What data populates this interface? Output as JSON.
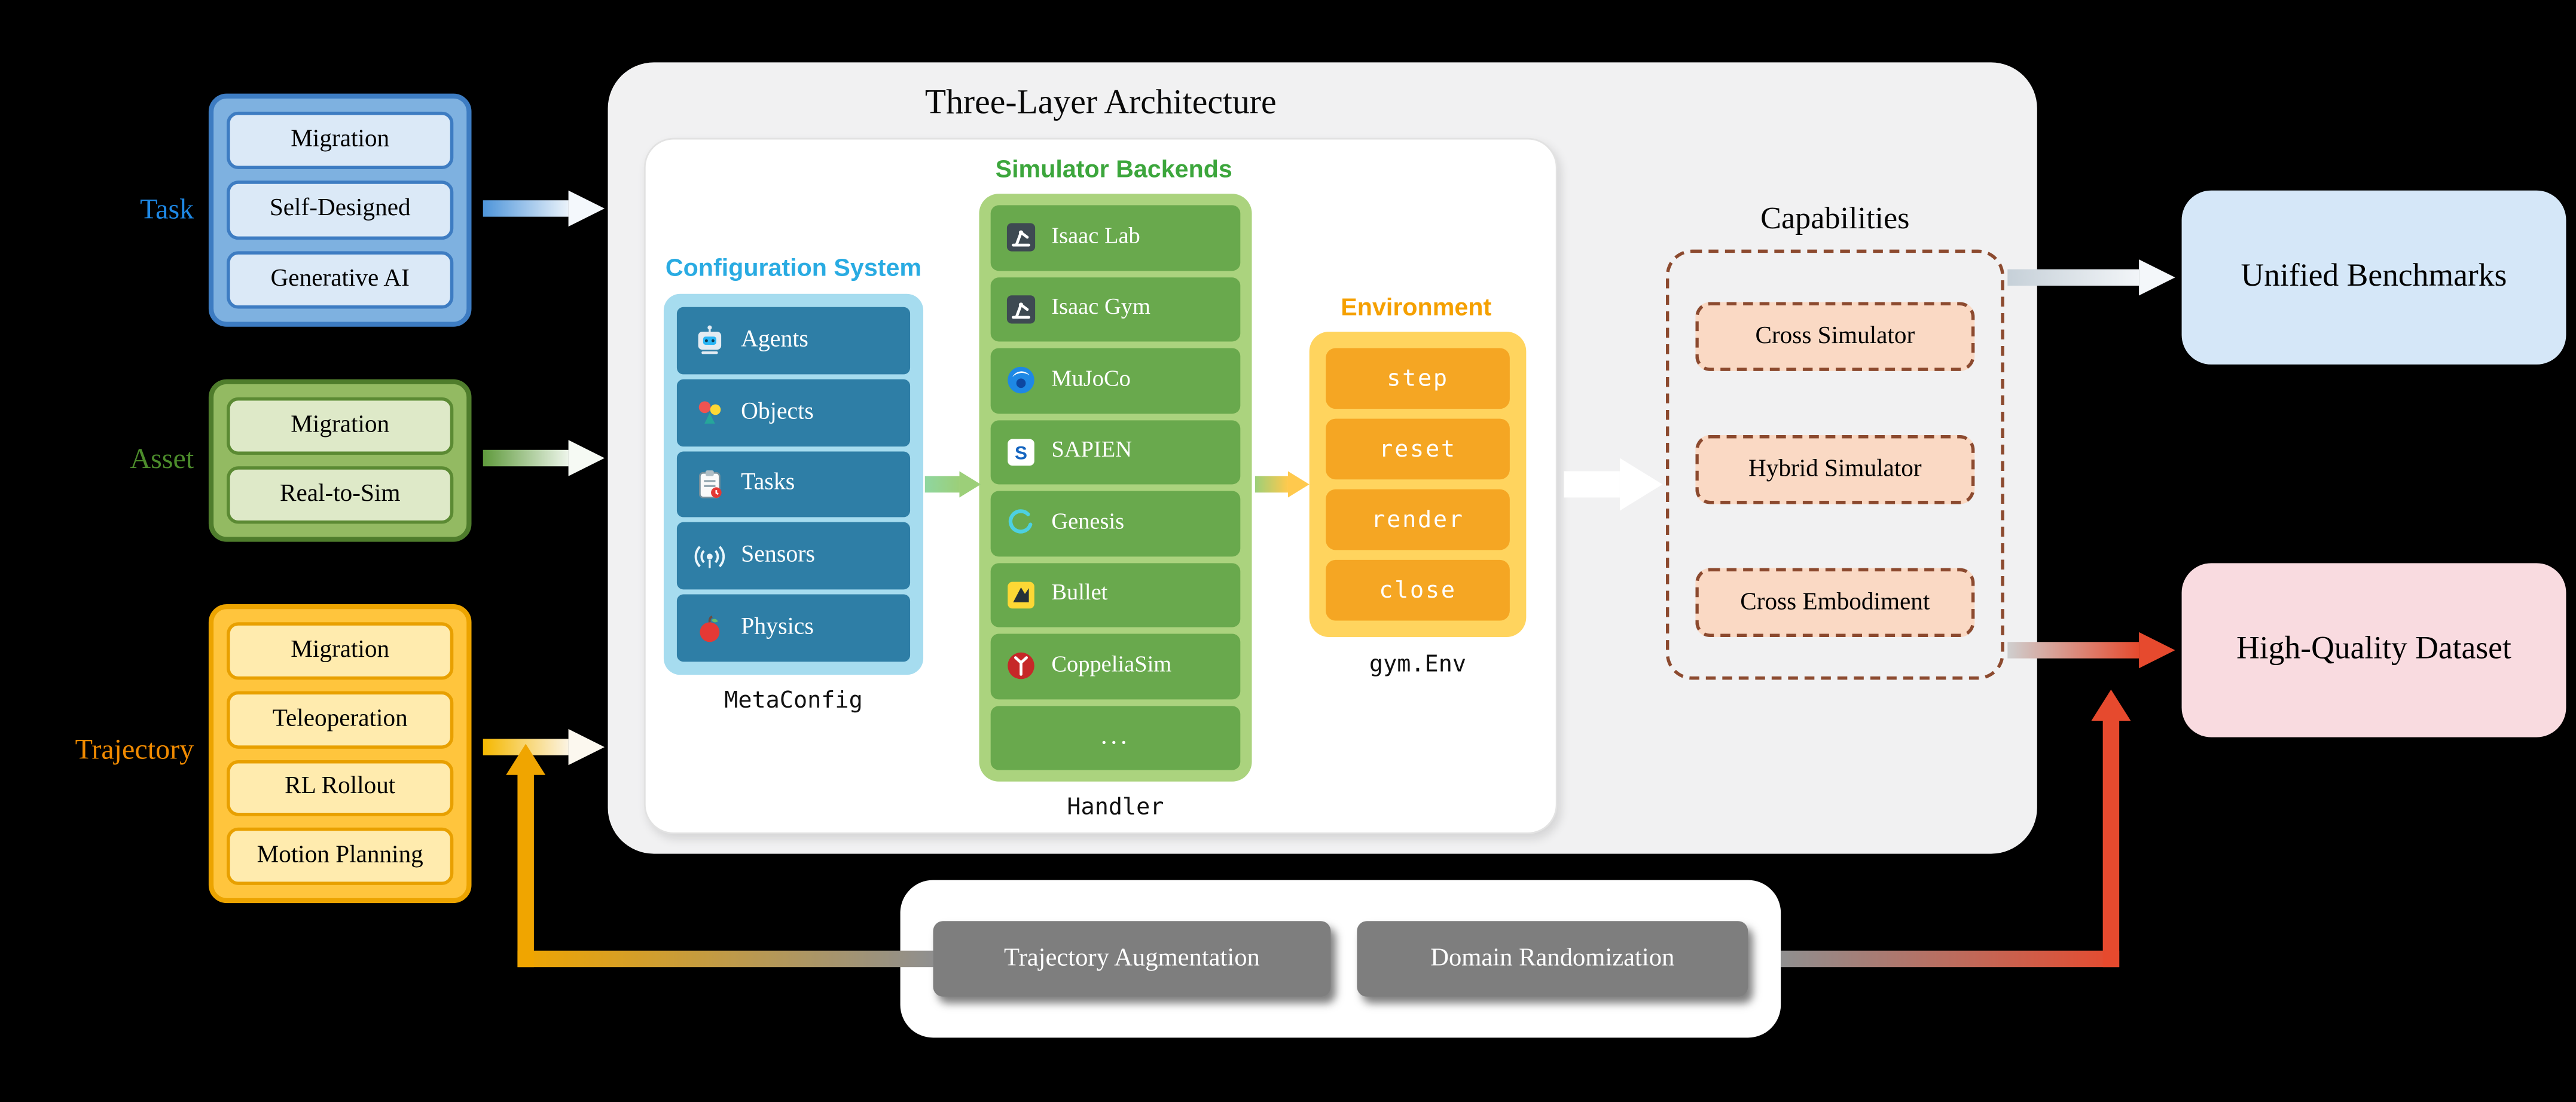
{
  "diagram": {
    "title": "Three-Layer Architecture",
    "left_groups": [
      {
        "id": "task",
        "label": "Task",
        "items": [
          "Migration",
          "Self-Designed",
          "Generative AI"
        ]
      },
      {
        "id": "asset",
        "label": "Asset",
        "items": [
          "Migration",
          "Real-to-Sim"
        ]
      },
      {
        "id": "trajectory",
        "label": "Trajectory",
        "items": [
          "Migration",
          "Teleoperation",
          "RL Rollout",
          "Motion Planning"
        ]
      }
    ],
    "configuration_system": {
      "title": "Configuration System",
      "rows": [
        {
          "icon": "robot-icon",
          "label": "Agents"
        },
        {
          "icon": "objects-icon",
          "label": "Objects"
        },
        {
          "icon": "tasks-icon",
          "label": "Tasks"
        },
        {
          "icon": "sensors-icon",
          "label": "Sensors"
        },
        {
          "icon": "physics-icon",
          "label": "Physics"
        }
      ],
      "caption": "MetaConfig"
    },
    "simulator_backends": {
      "title": "Simulator Backends",
      "rows": [
        {
          "icon": "isaac-lab-icon",
          "label": "Isaac Lab"
        },
        {
          "icon": "isaac-gym-icon",
          "label": "Isaac Gym"
        },
        {
          "icon": "mujoco-icon",
          "label": "MuJoCo"
        },
        {
          "icon": "sapien-icon",
          "label": "SAPIEN"
        },
        {
          "icon": "genesis-icon",
          "label": "Genesis"
        },
        {
          "icon": "bullet-icon",
          "label": "Bullet"
        },
        {
          "icon": "coppeliasim-icon",
          "label": "CoppeliaSim"
        },
        {
          "icon": "ellipsis-icon",
          "label": "..."
        }
      ],
      "caption": "Handler"
    },
    "environment": {
      "title": "Environment",
      "methods": [
        "step",
        "reset",
        "render",
        "close"
      ],
      "caption": "gym.Env"
    },
    "capabilities": {
      "title": "Capabilities",
      "items": [
        "Cross Simulator",
        "Hybrid Simulator",
        "Cross Embodiment"
      ]
    },
    "outputs": [
      {
        "id": "benchmarks",
        "label": "Unified Benchmarks"
      },
      {
        "id": "dataset",
        "label": "High-Quality Dataset"
      }
    ],
    "bottom_modules": [
      "Trajectory Augmentation",
      "Domain Randomization"
    ],
    "colors": {
      "task_accent": "#1E88E5",
      "asset_accent": "#4C8C2B",
      "trajectory_accent": "#F08A00",
      "config_title": "#29ABE2",
      "backends_title": "#3CA63C",
      "environment_title": "#F5A000",
      "capabilities_dash": "#8C4A2F",
      "dataset_arrow": "#E64A2E",
      "feedback_yellow": "#F0A500",
      "benchmarks_fill": "#D5E7F8",
      "dataset_fill": "#F9DBE0"
    }
  }
}
